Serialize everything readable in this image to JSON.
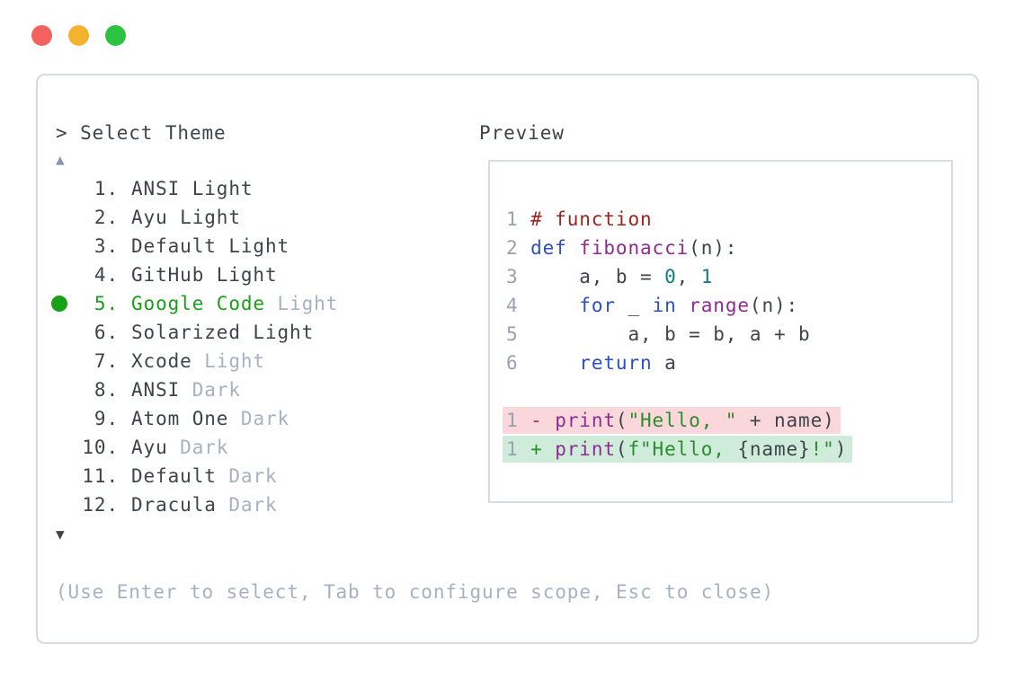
{
  "palette": {
    "text_dark": "#3e444b",
    "text_dim": "#a7b1c2",
    "accent_green": "#18a018",
    "arrow_up_color": "#8495ad",
    "arrow_down_color": "#3f4347",
    "panel_border": "#d6dae1",
    "preview_box_border": "#d7dbe2",
    "syntax_comment": "#9c241f",
    "syntax_keyword": "#2d4fc6",
    "syntax_function": "#8f2b92",
    "syntax_number": "#0e7d7d",
    "syntax_string": "#2b8c2b",
    "line_number": "#97a1b3",
    "diff_minus": "#a33636",
    "diff_plus": "#2b8c2b",
    "diff_removed_bg": "#f9d7da",
    "diff_added_bg": "#cfecda",
    "traffic_red": "#f4625d",
    "traffic_yellow": "#f3b32f",
    "traffic_green": "#2bc341"
  },
  "icons": {
    "up_arrow": "▲",
    "down_arrow": "▼"
  },
  "selector": {
    "prompt": "> Select Theme",
    "hint": "(Use Enter to select, Tab to configure scope, Esc to close)",
    "selected_number": 5,
    "items": [
      {
        "number": "1.",
        "selected": false,
        "parts": [
          {
            "text": "ANSI Light",
            "style": "normal"
          }
        ]
      },
      {
        "number": "2.",
        "selected": false,
        "parts": [
          {
            "text": "Ayu Light",
            "style": "normal"
          }
        ]
      },
      {
        "number": "3.",
        "selected": false,
        "parts": [
          {
            "text": "Default Light",
            "style": "normal"
          }
        ]
      },
      {
        "number": "4.",
        "selected": false,
        "parts": [
          {
            "text": "GitHub Light",
            "style": "normal"
          }
        ]
      },
      {
        "number": "5.",
        "selected": true,
        "parts": [
          {
            "text": "Google Code",
            "style": "selected"
          },
          {
            "text": " Light",
            "style": "dim"
          }
        ]
      },
      {
        "number": "6.",
        "selected": false,
        "parts": [
          {
            "text": "Solarized Light",
            "style": "normal"
          }
        ]
      },
      {
        "number": "7.",
        "selected": false,
        "parts": [
          {
            "text": "Xcode",
            "style": "normal"
          },
          {
            "text": " Light",
            "style": "dim"
          }
        ]
      },
      {
        "number": "8.",
        "selected": false,
        "parts": [
          {
            "text": "ANSI",
            "style": "normal"
          },
          {
            "text": " Dark",
            "style": "dim"
          }
        ]
      },
      {
        "number": "9.",
        "selected": false,
        "parts": [
          {
            "text": "Atom One",
            "style": "normal"
          },
          {
            "text": " Dark",
            "style": "dim"
          }
        ]
      },
      {
        "number": "10.",
        "selected": false,
        "parts": [
          {
            "text": "Ayu",
            "style": "normal"
          },
          {
            "text": " Dark",
            "style": "dim"
          }
        ]
      },
      {
        "number": "11.",
        "selected": false,
        "parts": [
          {
            "text": "Default",
            "style": "normal"
          },
          {
            "text": " Dark",
            "style": "dim"
          }
        ]
      },
      {
        "number": "12.",
        "selected": false,
        "parts": [
          {
            "text": "Dracula",
            "style": "normal"
          },
          {
            "text": " Dark",
            "style": "dim"
          }
        ]
      }
    ]
  },
  "preview": {
    "label": "Preview",
    "lines": [
      {
        "num": "1",
        "bg": null,
        "tokens": [
          {
            "t": "# function",
            "s": "comment"
          }
        ]
      },
      {
        "num": "2",
        "bg": null,
        "tokens": [
          {
            "t": "def",
            "s": "keyword"
          },
          {
            "t": " ",
            "s": "plain"
          },
          {
            "t": "fibonacci",
            "s": "fname"
          },
          {
            "t": "(n):",
            "s": "plain"
          }
        ]
      },
      {
        "num": "3",
        "bg": null,
        "tokens": [
          {
            "t": "    a, b = ",
            "s": "plain"
          },
          {
            "t": "0",
            "s": "number"
          },
          {
            "t": ", ",
            "s": "plain"
          },
          {
            "t": "1",
            "s": "number"
          }
        ]
      },
      {
        "num": "4",
        "bg": null,
        "tokens": [
          {
            "t": "    ",
            "s": "plain"
          },
          {
            "t": "for",
            "s": "keyword"
          },
          {
            "t": " _ ",
            "s": "plain"
          },
          {
            "t": "in",
            "s": "keyword"
          },
          {
            "t": " ",
            "s": "plain"
          },
          {
            "t": "range",
            "s": "fname"
          },
          {
            "t": "(n):",
            "s": "plain"
          }
        ]
      },
      {
        "num": "5",
        "bg": null,
        "tokens": [
          {
            "t": "        a, b = b, a + b",
            "s": "plain"
          }
        ]
      },
      {
        "num": "6",
        "bg": null,
        "tokens": [
          {
            "t": "    ",
            "s": "plain"
          },
          {
            "t": "return",
            "s": "keyword"
          },
          {
            "t": " a",
            "s": "plain"
          }
        ]
      },
      {
        "num": "",
        "bg": null,
        "tokens": []
      },
      {
        "num": "1",
        "bg": "removed",
        "tokens": [
          {
            "t": "-",
            "s": "minus"
          },
          {
            "t": " ",
            "s": "plain"
          },
          {
            "t": "print",
            "s": "fname"
          },
          {
            "t": "(",
            "s": "plain"
          },
          {
            "t": "\"Hello, \"",
            "s": "string"
          },
          {
            "t": " + name)",
            "s": "plain"
          }
        ]
      },
      {
        "num": "1",
        "bg": "added",
        "tokens": [
          {
            "t": "+",
            "s": "plus"
          },
          {
            "t": " ",
            "s": "plain"
          },
          {
            "t": "print",
            "s": "fname"
          },
          {
            "t": "(",
            "s": "plain"
          },
          {
            "t": "f\"Hello, ",
            "s": "string"
          },
          {
            "t": "{name}",
            "s": "plain"
          },
          {
            "t": "!\"",
            "s": "string"
          },
          {
            "t": ")",
            "s": "plain"
          }
        ]
      }
    ]
  }
}
